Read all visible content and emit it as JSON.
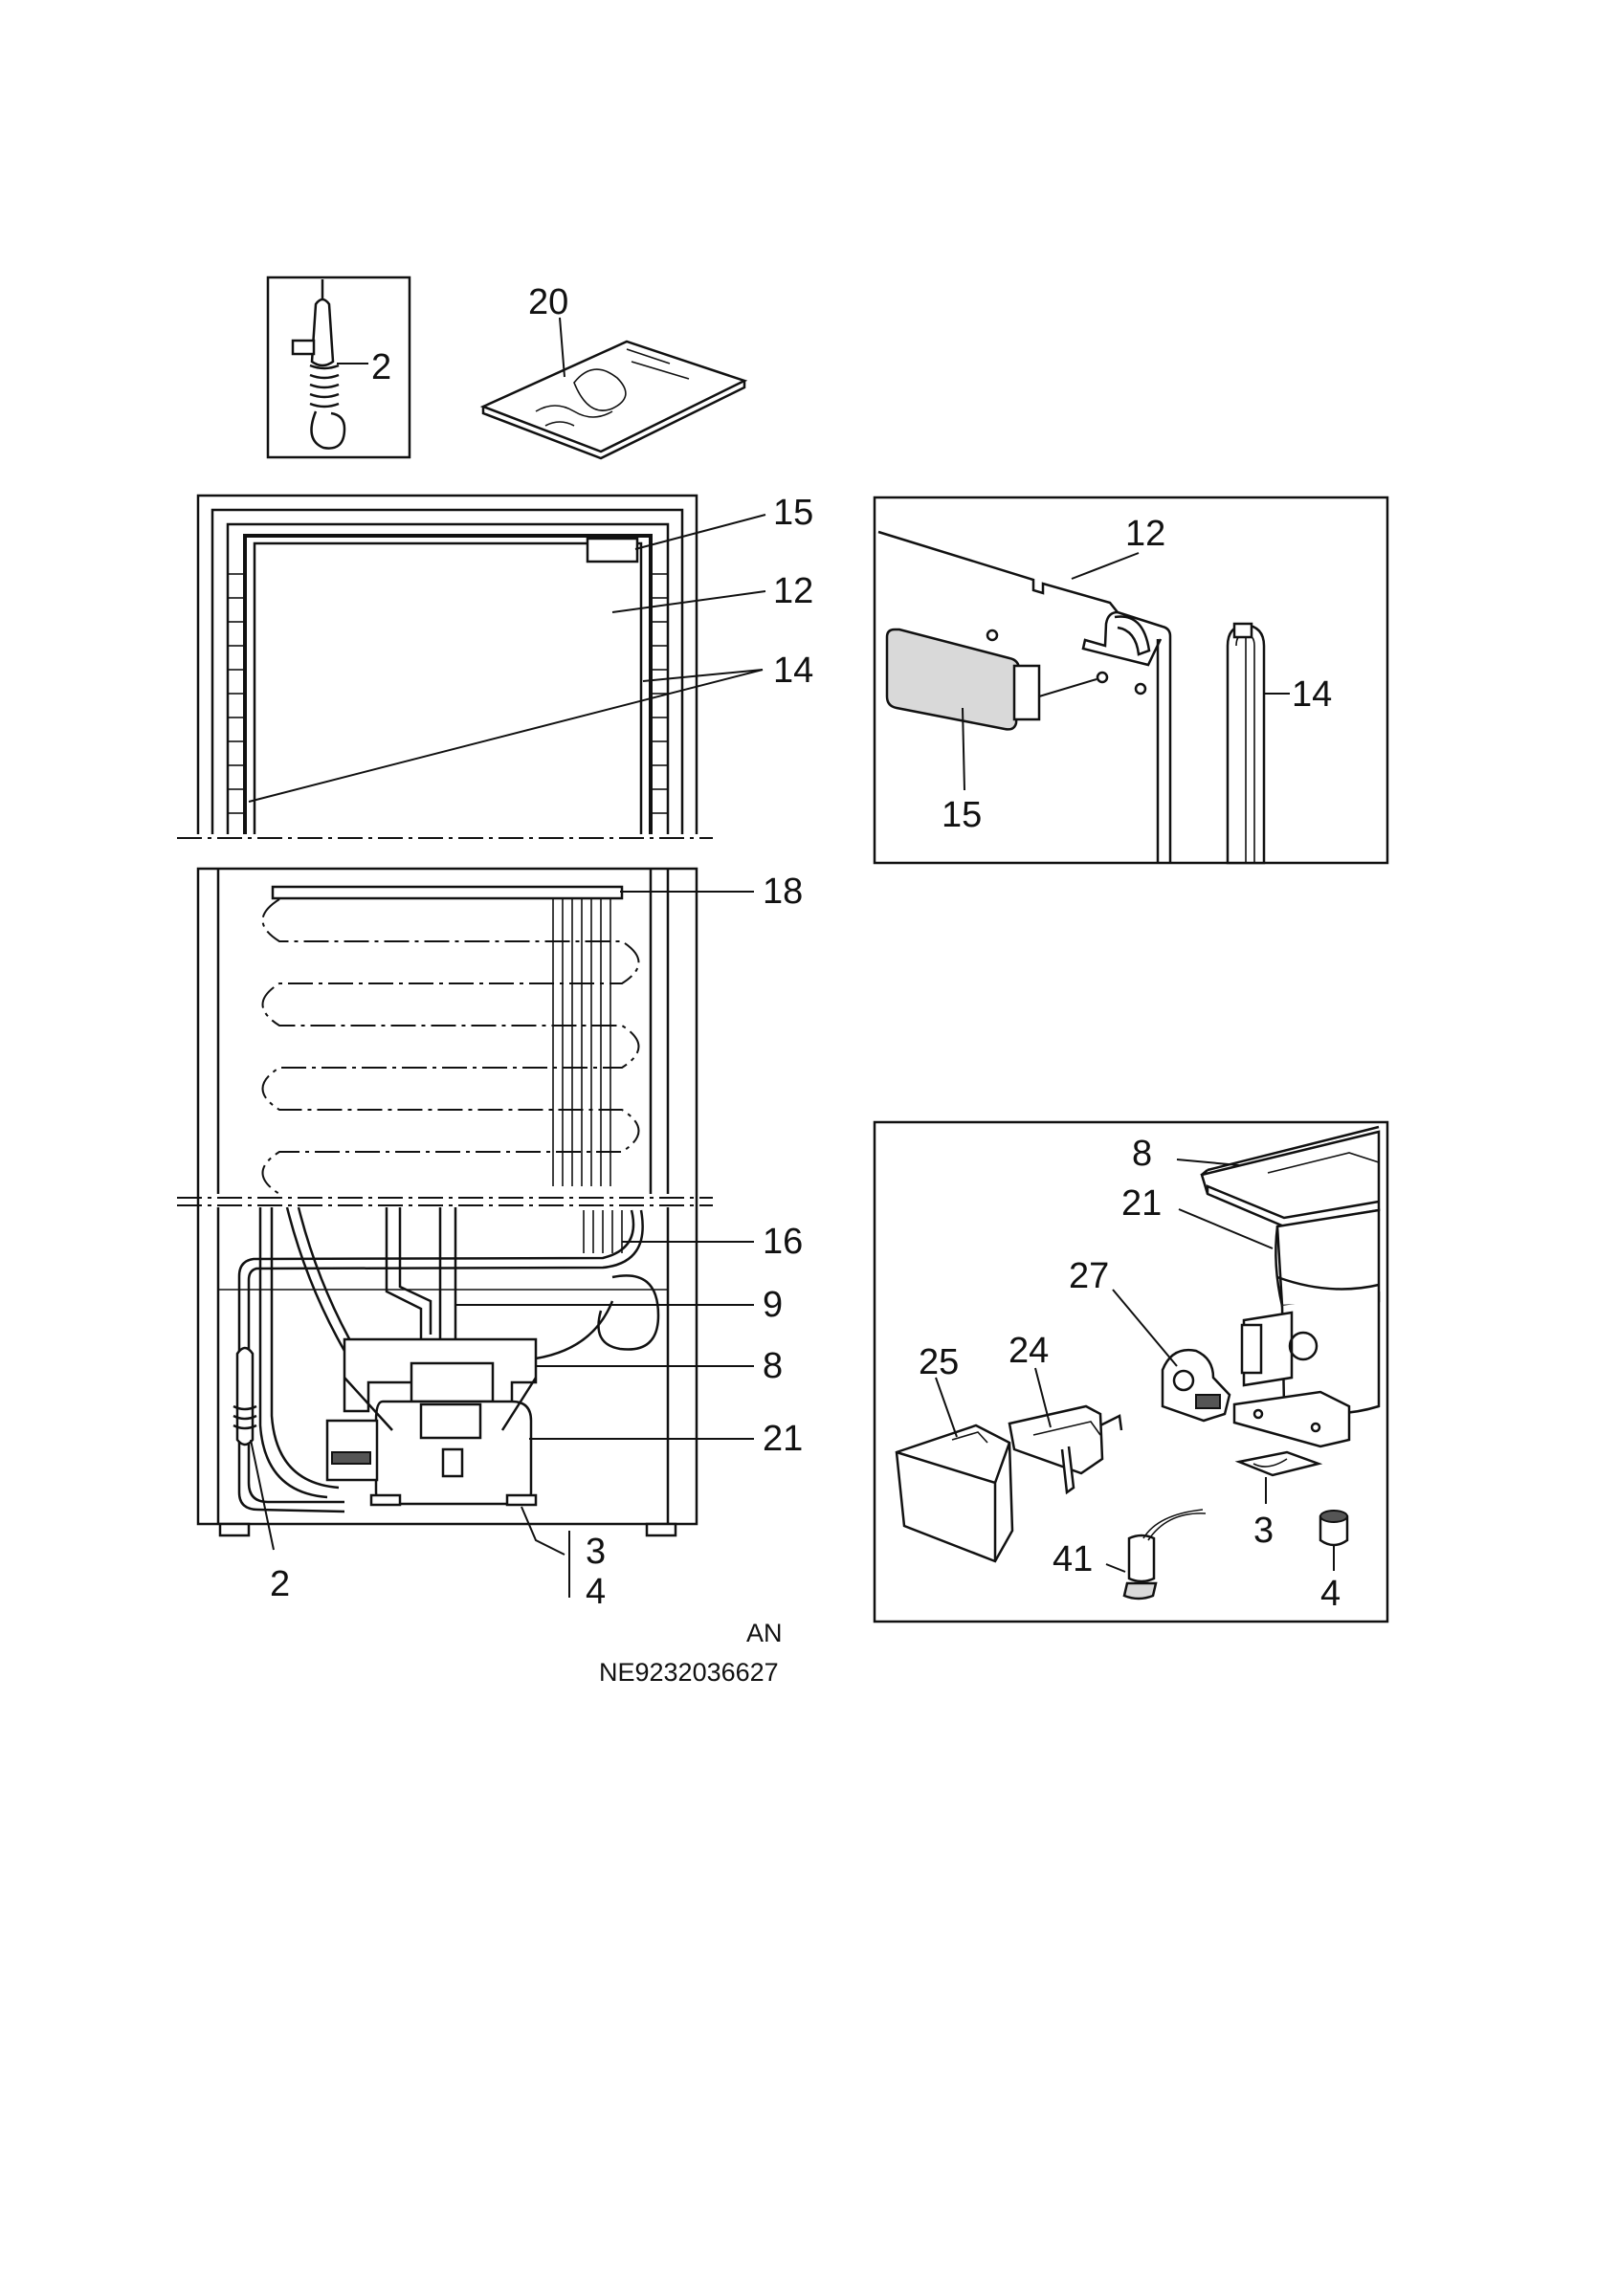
{
  "labels": {
    "l2_top": "2",
    "l20": "20",
    "l15_main": "15",
    "l12_main": "12",
    "l14_main": "14",
    "l18": "18",
    "l16": "16",
    "l9": "9",
    "l8_main": "8",
    "l21_main": "21",
    "l3_main": "3",
    "l4_main": "4",
    "l2_bottom": "2",
    "l12_detail": "12",
    "l14_detail": "14",
    "l15_detail": "15",
    "l8_detail": "8",
    "l21_detail": "21",
    "l27": "27",
    "l24": "24",
    "l25": "25",
    "l3_detail": "3",
    "l41": "41",
    "l4_detail": "4"
  },
  "footer": {
    "lang": "AN",
    "code": "NE9232036627"
  }
}
